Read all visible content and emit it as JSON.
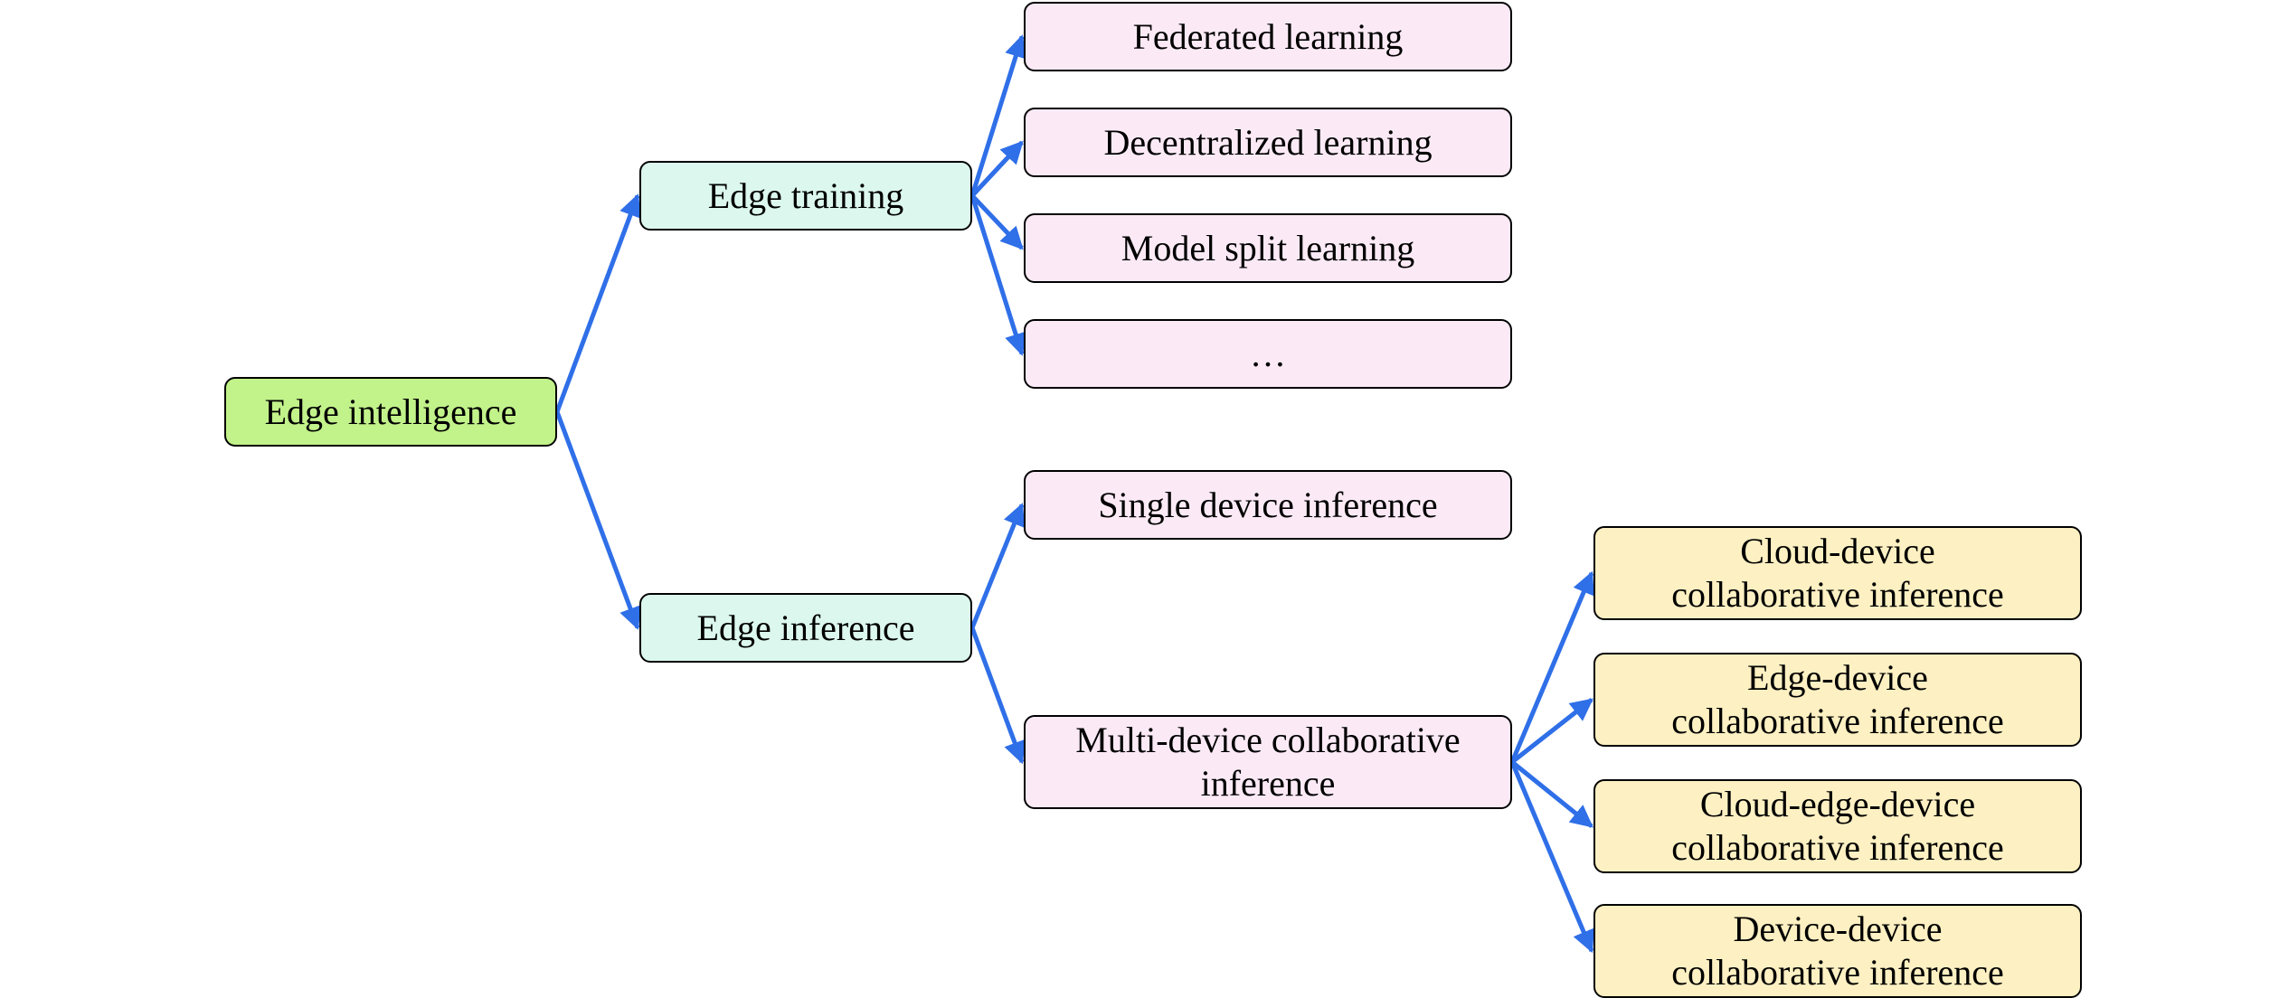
{
  "diagram": {
    "edge_color": "#2f6fe8",
    "nodes": {
      "root": "Edge intelligence",
      "training": "Edge training",
      "inference": "Edge inference",
      "federated": "Federated learning",
      "decentralized": "Decentralized learning",
      "model_split": "Model split learning",
      "training_more": "…",
      "single_device": "Single device inference",
      "multi_device": "Multi-device collaborative\ninference",
      "cloud_device": "Cloud-device\ncollaborative inference",
      "edge_device": "Edge-device\ncollaborative inference",
      "cloud_edge_device": "Cloud-edge-device\ncollaborative inference",
      "device_device": "Device-device\ncollaborative inference"
    },
    "edges": [
      [
        "root",
        "training"
      ],
      [
        "root",
        "inference"
      ],
      [
        "training",
        "federated"
      ],
      [
        "training",
        "decentralized"
      ],
      [
        "training",
        "model_split"
      ],
      [
        "training",
        "training_more"
      ],
      [
        "inference",
        "single_device"
      ],
      [
        "inference",
        "multi_device"
      ],
      [
        "multi_device",
        "cloud_device"
      ],
      [
        "multi_device",
        "edge_device"
      ],
      [
        "multi_device",
        "cloud_edge_device"
      ],
      [
        "multi_device",
        "device_device"
      ]
    ]
  }
}
